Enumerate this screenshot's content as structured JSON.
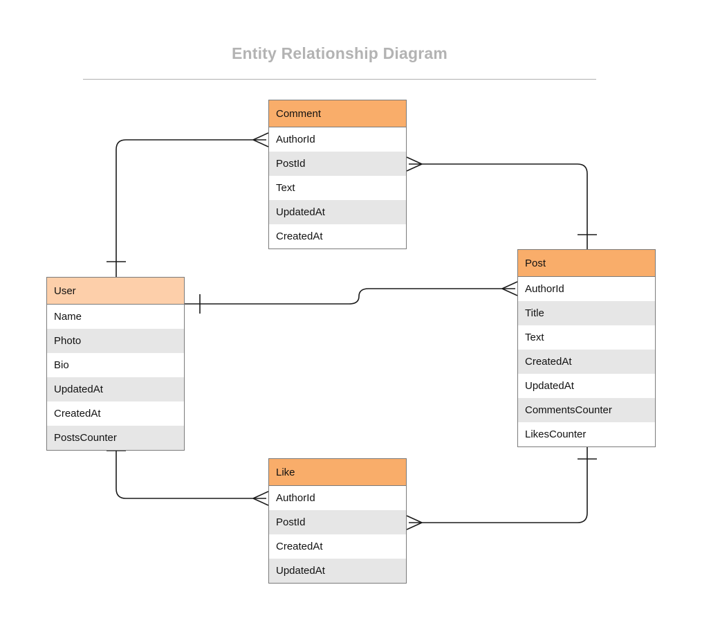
{
  "page": {
    "title": "Entity Relationship Diagram",
    "background": "#ffffff",
    "title_color": "#b3b3b3",
    "rule_color": "#b0b0b0"
  },
  "theme": {
    "header_orange": "#f9ad6a",
    "header_peach": "#fdcfaa",
    "row_band": "#e6e6e6",
    "row_plain": "#ffffff",
    "border": "#7a7a7a",
    "line": "#1a1a1a",
    "text": "#111111"
  },
  "entities": {
    "comment": {
      "name": "Comment",
      "header_color": "#f9ad6a",
      "fields": [
        "AuthorId",
        "PostId",
        "Text",
        "UpdatedAt",
        "CreatedAt"
      ]
    },
    "user": {
      "name": "User",
      "header_color": "#fdcfaa",
      "fields": [
        "Name",
        "Photo",
        "Bio",
        "UpdatedAt",
        "CreatedAt",
        "PostsCounter"
      ]
    },
    "post": {
      "name": "Post",
      "header_color": "#f9ad6a",
      "fields": [
        "AuthorId",
        "Title",
        "Text",
        "CreatedAt",
        "UpdatedAt",
        "CommentsCounter",
        "LikesCounter"
      ]
    },
    "like": {
      "name": "Like",
      "header_color": "#f9ad6a",
      "fields": [
        "AuthorId",
        "PostId",
        "CreatedAt",
        "UpdatedAt"
      ]
    }
  },
  "relationships": [
    {
      "id": "user-comment",
      "from_entity": "User",
      "from_field": "",
      "from_cardinality": "one",
      "to_entity": "Comment",
      "to_field": "AuthorId",
      "to_cardinality": "many"
    },
    {
      "id": "comment-post",
      "from_entity": "Comment",
      "from_field": "PostId",
      "from_cardinality": "many",
      "to_entity": "Post",
      "to_field": "",
      "to_cardinality": "one"
    },
    {
      "id": "user-post",
      "from_entity": "User",
      "from_field": "",
      "from_cardinality": "one",
      "to_entity": "Post",
      "to_field": "AuthorId",
      "to_cardinality": "many"
    },
    {
      "id": "user-like",
      "from_entity": "User",
      "from_field": "",
      "from_cardinality": "one",
      "to_entity": "Like",
      "to_field": "AuthorId",
      "to_cardinality": "many"
    },
    {
      "id": "like-post",
      "from_entity": "Like",
      "from_field": "PostId",
      "from_cardinality": "many",
      "to_entity": "Post",
      "to_field": "",
      "to_cardinality": "one"
    }
  ]
}
